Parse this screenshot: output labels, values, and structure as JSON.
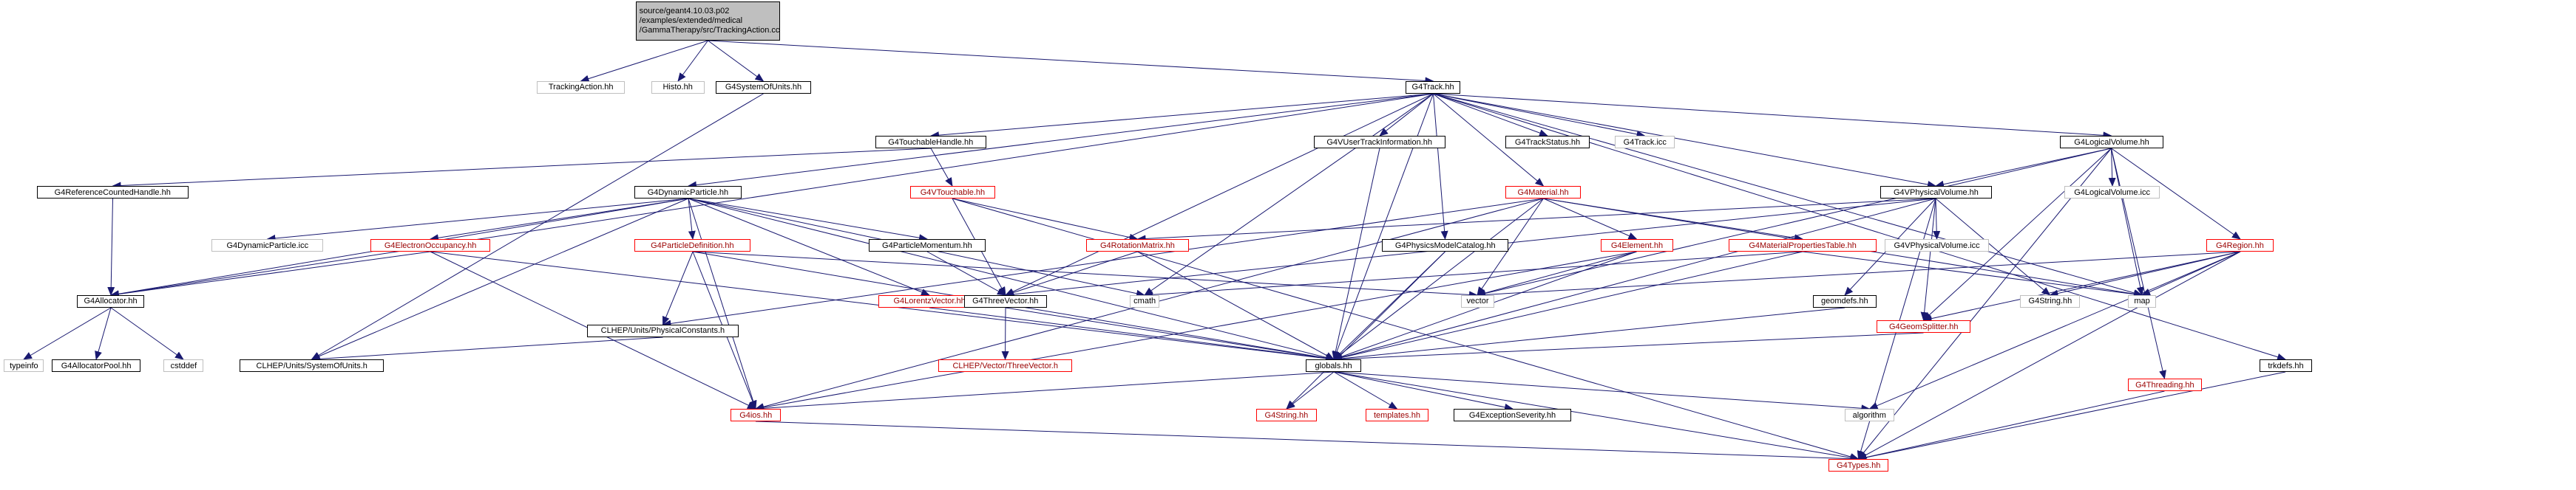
{
  "colors": {
    "edge": "#191970",
    "node_border": "#000000",
    "missing_border": "#bfbfbf",
    "red_border": "#ff0000",
    "root_fill": "#bfbfbf"
  },
  "nodes": {
    "root": {
      "lines": [
        "source/geant4.10.03.p02",
        "/examples/extended/medical",
        "/GammaTherapy/src/TrackingAction.cc"
      ],
      "kind": "root"
    },
    "tracking_action_hh": {
      "label": "TrackingAction.hh",
      "kind": "missing"
    },
    "histo_hh": {
      "label": "Histo.hh",
      "kind": "missing"
    },
    "g4systemofunits_hh": {
      "label": "G4SystemOfUnits.hh",
      "kind": "normal"
    },
    "g4track_hh": {
      "label": "G4Track.hh",
      "kind": "normal"
    },
    "g4touchablehandle_hh": {
      "label": "G4TouchableHandle.hh",
      "kind": "normal"
    },
    "g4vuserinfo_hh": {
      "label": "G4VUserTrackInformation.hh",
      "kind": "normal"
    },
    "g4trackstatus_hh": {
      "label": "G4TrackStatus.hh",
      "kind": "normal"
    },
    "g4track_icc": {
      "label": "G4Track.icc",
      "kind": "missing"
    },
    "g4logicalvolume_hh": {
      "label": "G4LogicalVolume.hh",
      "kind": "normal"
    },
    "g4referencecountedhandle_hh": {
      "label": "G4ReferenceCountedHandle.hh",
      "kind": "normal"
    },
    "g4dynamicparticle_hh": {
      "label": "G4DynamicParticle.hh",
      "kind": "normal"
    },
    "g4vtouchable_hh": {
      "label": "G4VTouchable.hh",
      "kind": "red"
    },
    "g4material_hh": {
      "label": "G4Material.hh",
      "kind": "red"
    },
    "g4vphysicalvolume_hh": {
      "label": "G4VPhysicalVolume.hh",
      "kind": "normal"
    },
    "g4logicalvolume_icc": {
      "label": "G4LogicalVolume.icc",
      "kind": "missing"
    },
    "g4dynamicparticle_icc": {
      "label": "G4DynamicParticle.icc",
      "kind": "missing"
    },
    "g4electronoccupancy_hh": {
      "label": "G4ElectronOccupancy.hh",
      "kind": "red"
    },
    "g4particledefinition_hh": {
      "label": "G4ParticleDefinition.hh",
      "kind": "red"
    },
    "g4particlemomentum_hh": {
      "label": "G4ParticleMomentum.hh",
      "kind": "normal"
    },
    "g4rotationmatrix_hh": {
      "label": "G4RotationMatrix.hh",
      "kind": "red"
    },
    "g4physicsmodelcatalog_hh": {
      "label": "G4PhysicsModelCatalog.hh",
      "kind": "normal"
    },
    "g4element_hh": {
      "label": "G4Element.hh",
      "kind": "red"
    },
    "g4materialpropertiestable_hh": {
      "label": "G4MaterialPropertiesTable.hh",
      "kind": "red"
    },
    "g4vphysicalvolume_icc": {
      "label": "G4VPhysicalVolume.icc",
      "kind": "missing"
    },
    "g4region_hh": {
      "label": "G4Region.hh",
      "kind": "red"
    },
    "g4allocator_hh": {
      "label": "G4Allocator.hh",
      "kind": "normal"
    },
    "clhep_physicalconstants_h": {
      "label": "CLHEP/Units/PhysicalConstants.h",
      "kind": "normal"
    },
    "g4lorentzvector_hh": {
      "label": "G4LorentzVector.hh",
      "kind": "red"
    },
    "g4threevector_hh": {
      "label": "G4ThreeVector.hh",
      "kind": "normal"
    },
    "cmath": {
      "label": "cmath",
      "kind": "missing"
    },
    "vector": {
      "label": "vector",
      "kind": "missing"
    },
    "geomdefs_hh": {
      "label": "geomdefs.hh",
      "kind": "normal"
    },
    "g4geomsplitter_hh": {
      "label": "G4GeomSplitter.hh",
      "kind": "red"
    },
    "g4string_hh_right": {
      "label": "G4String.hh",
      "kind": "missing"
    },
    "map": {
      "label": "map",
      "kind": "missing"
    },
    "typeinfo": {
      "label": "typeinfo",
      "kind": "missing"
    },
    "g4allocatorpool_hh": {
      "label": "G4AllocatorPool.hh",
      "kind": "normal"
    },
    "cstddef": {
      "label": "cstddef",
      "kind": "missing"
    },
    "clhep_systemofunits_h": {
      "label": "CLHEP/Units/SystemOfUnits.h",
      "kind": "normal"
    },
    "clhep_threevector_h": {
      "label": "CLHEP/Vector/ThreeVector.h",
      "kind": "red"
    },
    "globals_hh": {
      "label": "globals.hh",
      "kind": "normal"
    },
    "g4ios_hh": {
      "label": "G4ios.hh",
      "kind": "red"
    },
    "g4string_hh": {
      "label": "G4String.hh",
      "kind": "red"
    },
    "templates_hh": {
      "label": "templates.hh",
      "kind": "red"
    },
    "g4exceptionseverity_hh": {
      "label": "G4ExceptionSeverity.hh",
      "kind": "normal"
    },
    "algorithm": {
      "label": "algorithm",
      "kind": "missing"
    },
    "g4threading_hh": {
      "label": "G4Threading.hh",
      "kind": "red"
    },
    "trkdefs_hh": {
      "label": "trkdefs.hh",
      "kind": "normal"
    },
    "g4types_hh": {
      "label": "G4Types.hh",
      "kind": "red"
    }
  },
  "edges": [
    [
      "root",
      "tracking_action_hh"
    ],
    [
      "root",
      "histo_hh"
    ],
    [
      "root",
      "g4systemofunits_hh"
    ],
    [
      "root",
      "g4track_hh"
    ],
    [
      "g4systemofunits_hh",
      "clhep_systemofunits_h"
    ],
    [
      "g4track_hh",
      "g4touchablehandle_hh"
    ],
    [
      "g4track_hh",
      "g4vuserinfo_hh"
    ],
    [
      "g4track_hh",
      "g4trackstatus_hh"
    ],
    [
      "g4track_hh",
      "g4track_icc"
    ],
    [
      "g4track_hh",
      "g4logicalvolume_hh"
    ],
    [
      "g4track_hh",
      "g4dynamicparticle_hh"
    ],
    [
      "g4track_hh",
      "g4material_hh"
    ],
    [
      "g4track_hh",
      "g4vphysicalvolume_hh"
    ],
    [
      "g4track_hh",
      "g4physicsmodelcatalog_hh"
    ],
    [
      "g4track_hh",
      "g4allocator_hh"
    ],
    [
      "g4track_hh",
      "g4threevector_hh"
    ],
    [
      "g4track_hh",
      "cmath"
    ],
    [
      "g4track_hh",
      "globals_hh"
    ],
    [
      "g4track_hh",
      "map"
    ],
    [
      "g4touchablehandle_hh",
      "g4referencecountedhandle_hh"
    ],
    [
      "g4touchablehandle_hh",
      "g4vtouchable_hh"
    ],
    [
      "g4referencecountedhandle_hh",
      "g4allocator_hh"
    ],
    [
      "g4vuserinfo_hh",
      "globals_hh"
    ],
    [
      "g4logicalvolume_hh",
      "g4logicalvolume_icc"
    ],
    [
      "g4logicalvolume_hh",
      "g4vphysicalvolume_hh"
    ],
    [
      "g4logicalvolume_hh",
      "g4region_hh"
    ],
    [
      "g4logicalvolume_hh",
      "g4geomsplitter_hh"
    ],
    [
      "g4logicalvolume_hh",
      "g4threading_hh"
    ],
    [
      "g4logicalvolume_hh",
      "vector"
    ],
    [
      "g4logicalvolume_hh",
      "map"
    ],
    [
      "g4logicalvolume_hh",
      "g4types_hh"
    ],
    [
      "g4dynamicparticle_hh",
      "g4dynamicparticle_icc"
    ],
    [
      "g4dynamicparticle_hh",
      "g4electronoccupancy_hh"
    ],
    [
      "g4dynamicparticle_hh",
      "g4particledefinition_hh"
    ],
    [
      "g4dynamicparticle_hh",
      "g4particlemomentum_hh"
    ],
    [
      "g4dynamicparticle_hh",
      "g4lorentzvector_hh"
    ],
    [
      "g4dynamicparticle_hh",
      "g4allocator_hh"
    ],
    [
      "g4dynamicparticle_hh",
      "cmath"
    ],
    [
      "g4dynamicparticle_hh",
      "clhep_systemofunits_h"
    ],
    [
      "g4dynamicparticle_hh",
      "g4ios_hh"
    ],
    [
      "g4dynamicparticle_hh",
      "globals_hh"
    ],
    [
      "g4vtouchable_hh",
      "g4rotationmatrix_hh"
    ],
    [
      "g4vtouchable_hh",
      "g4threevector_hh"
    ],
    [
      "g4vtouchable_hh",
      "g4types_hh"
    ],
    [
      "g4material_hh",
      "g4element_hh"
    ],
    [
      "g4material_hh",
      "g4materialpropertiestable_hh"
    ],
    [
      "g4material_hh",
      "vector"
    ],
    [
      "g4material_hh",
      "g4ios_hh"
    ],
    [
      "g4material_hh",
      "globals_hh"
    ],
    [
      "g4material_hh",
      "clhep_physicalconstants_h"
    ],
    [
      "g4material_hh",
      "map"
    ],
    [
      "g4vphysicalvolume_hh",
      "g4vphysicalvolume_icc"
    ],
    [
      "g4vphysicalvolume_hh",
      "g4rotationmatrix_hh"
    ],
    [
      "g4vphysicalvolume_hh",
      "geomdefs_hh"
    ],
    [
      "g4vphysicalvolume_hh",
      "g4geomsplitter_hh"
    ],
    [
      "g4vphysicalvolume_hh",
      "g4string_hh_right"
    ],
    [
      "g4vphysicalvolume_hh",
      "g4threevector_hh"
    ],
    [
      "g4vphysicalvolume_hh",
      "globals_hh"
    ],
    [
      "g4vphysicalvolume_hh",
      "g4types_hh"
    ],
    [
      "g4electronoccupancy_hh",
      "g4allocator_hh"
    ],
    [
      "g4electronoccupancy_hh",
      "g4ios_hh"
    ],
    [
      "g4electronoccupancy_hh",
      "globals_hh"
    ],
    [
      "g4particledefinition_hh",
      "vector"
    ],
    [
      "g4particledefinition_hh",
      "clhep_physicalconstants_h"
    ],
    [
      "g4particledefinition_hh",
      "g4ios_hh"
    ],
    [
      "g4particledefinition_hh",
      "globals_hh"
    ],
    [
      "g4particlemomentum_hh",
      "g4threevector_hh"
    ],
    [
      "g4rotationmatrix_hh",
      "g4threevector_hh"
    ],
    [
      "g4rotationmatrix_hh",
      "globals_hh"
    ],
    [
      "g4physicsmodelcatalog_hh",
      "g4string_hh"
    ],
    [
      "g4physicsmodelcatalog_hh",
      "globals_hh"
    ],
    [
      "g4element_hh",
      "vector"
    ],
    [
      "g4element_hh",
      "globals_hh"
    ],
    [
      "g4element_hh",
      "g4ios_hh"
    ],
    [
      "g4materialpropertiestable_hh",
      "cmath"
    ],
    [
      "g4materialpropertiestable_hh",
      "map"
    ],
    [
      "g4materialpropertiestable_hh",
      "globals_hh"
    ],
    [
      "g4region_hh",
      "vector"
    ],
    [
      "g4region_hh",
      "map"
    ],
    [
      "g4region_hh",
      "g4string_hh_right"
    ],
    [
      "g4region_hh",
      "g4geomsplitter_hh"
    ],
    [
      "g4region_hh",
      "algorithm"
    ],
    [
      "g4region_hh",
      "g4types_hh"
    ],
    [
      "g4allocator_hh",
      "typeinfo"
    ],
    [
      "g4allocator_hh",
      "g4allocatorpool_hh"
    ],
    [
      "g4allocator_hh",
      "cstddef"
    ],
    [
      "clhep_physicalconstants_h",
      "clhep_systemofunits_h"
    ],
    [
      "g4lorentzvector_hh",
      "globals_hh"
    ],
    [
      "g4threevector_hh",
      "clhep_threevector_h"
    ],
    [
      "g4threevector_hh",
      "globals_hh"
    ],
    [
      "geomdefs_hh",
      "globals_hh"
    ],
    [
      "g4geomsplitter_hh",
      "globals_hh"
    ],
    [
      "globals_hh",
      "g4ios_hh"
    ],
    [
      "globals_hh",
      "g4string_hh"
    ],
    [
      "globals_hh",
      "templates_hh"
    ],
    [
      "globals_hh",
      "g4exceptionseverity_hh"
    ],
    [
      "globals_hh",
      "algorithm"
    ],
    [
      "globals_hh",
      "g4types_hh"
    ],
    [
      "g4ios_hh",
      "g4types_hh"
    ],
    [
      "g4threading_hh",
      "g4types_hh"
    ],
    [
      "trkdefs_hh",
      "g4types_hh"
    ],
    [
      "g4track_hh",
      "trkdefs_hh"
    ]
  ]
}
